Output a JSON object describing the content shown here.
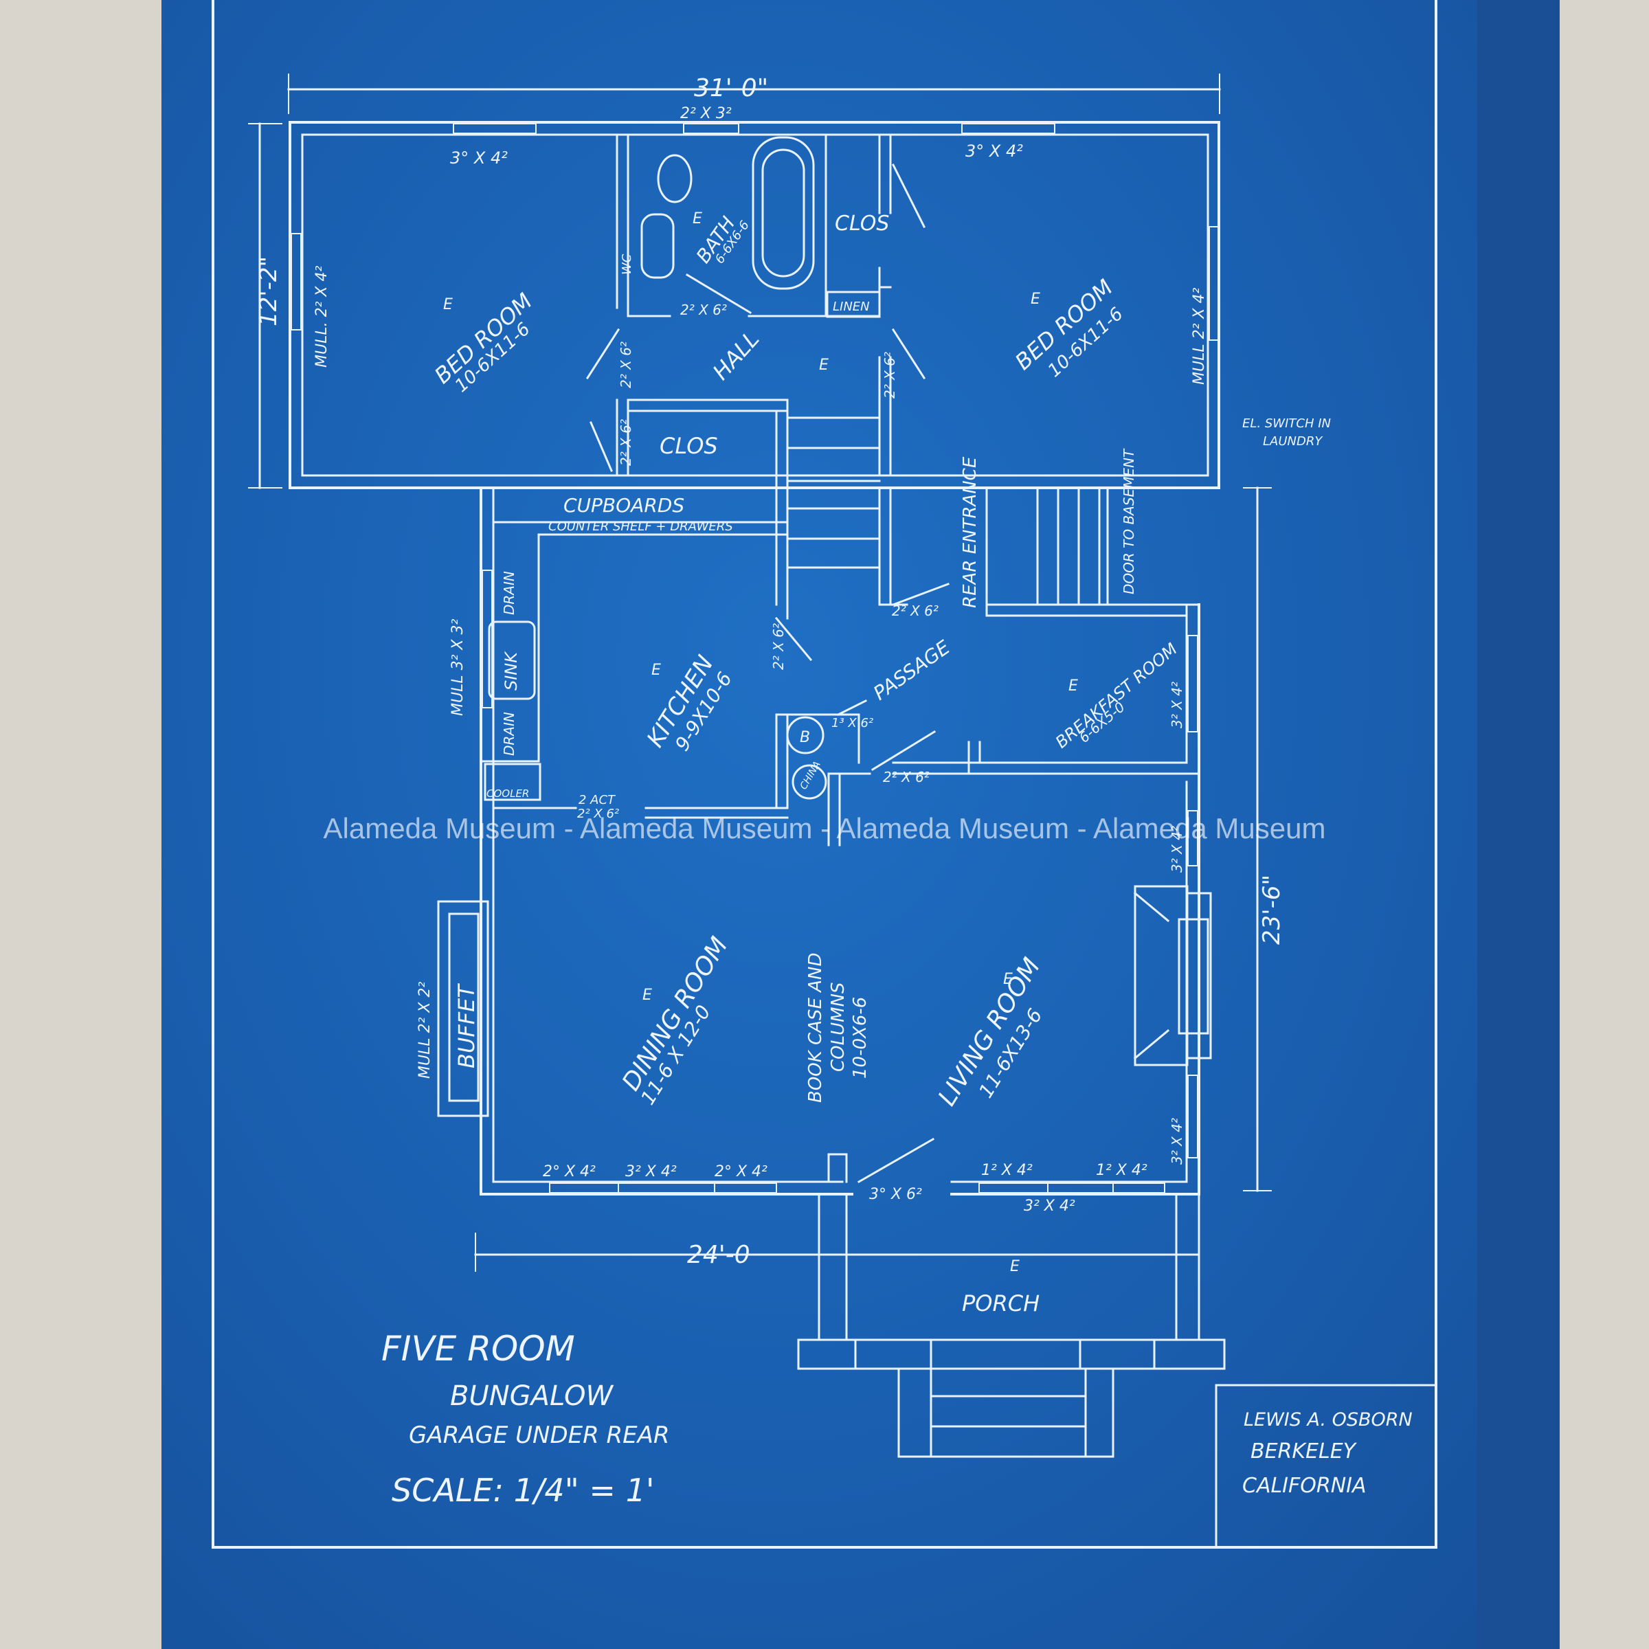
{
  "title": {
    "line1": "FIVE ROOM",
    "line2": "BUNGALOW",
    "line3": "GARAGE UNDER REAR",
    "scale": "SCALE: 1/4\" = 1'"
  },
  "architect": {
    "name": "LEWIS A. OSBORN",
    "city": "BERKELEY",
    "state": "CALIFORNIA"
  },
  "watermark": "Alameda Museum - Alameda Museum - Alameda Museum - Alameda Museum",
  "dimensions": {
    "overall_width": "31'-0\"",
    "rear_depth": "12'-2\"",
    "front_width": "24'-0",
    "front_depth": "23'-6\""
  },
  "rooms": {
    "bedroom_left": {
      "name": "BED ROOM",
      "size": "10-6X11-6"
    },
    "bedroom_right": {
      "name": "BED ROOM",
      "size": "10-6X11-6"
    },
    "bath": {
      "name": "BATH",
      "size": "6-6X6-6"
    },
    "hall": "HALL",
    "clos_top": "CLOS",
    "clos_mid": "CLOS",
    "linen": "LINEN",
    "kitchen": {
      "name": "KITCHEN",
      "size": "9-9X10-6"
    },
    "passage": "PASSAGE",
    "rear_entrance": "REAR ENTRANCE",
    "door_basement": "DOOR TO BASEMENT",
    "breakfast": {
      "name": "BREAKFAST ROOM",
      "size": "6-6X5-0"
    },
    "dining": {
      "name": "DINING ROOM",
      "size": "11-6 X 12-0"
    },
    "living": {
      "name": "LIVING ROOM",
      "size": "11-6X13-6"
    },
    "porch": "PORCH",
    "bookcase": {
      "line1": "BOOK CASE AND",
      "line2": "COLUMNS",
      "size": "10-0X6-6"
    },
    "buffet": "BUFFET",
    "sink": "SINK",
    "drain": "DRAIN",
    "cooler": "COOLER",
    "cupboards": "CUPBOARDS",
    "counter": "COUNTER SHELF + DRAWERS",
    "wc": "WC",
    "b": "B",
    "china": "CHINA"
  },
  "notes": {
    "switch": "EL. SWITCH IN",
    "laundry": "LAUNDRY",
    "outlet": "E"
  },
  "openings": {
    "win_3x4": "3° X 4²",
    "win_2x3": "2² X 3²",
    "mull_left": "MULL. 2² X 4²",
    "mull_right": "MULL 2² X 4²",
    "mull_kitchen": "MULL 3² X 3²",
    "mull_buffet": "MULL 2² X 2²",
    "door_2x6": "2² X 6²",
    "door_2x6_alt": "2² X 6²",
    "door_2act": "2 ACT",
    "door_30x6": "3° X 6²",
    "door_13x6": "1³ X 6²",
    "win_2x4": "2° X 4²",
    "win_3x4b": "3² X 4²",
    "win_12x4": "1² X 4²",
    "win_34": "3² X 4²",
    "win_3x44": "3² X 4²"
  }
}
